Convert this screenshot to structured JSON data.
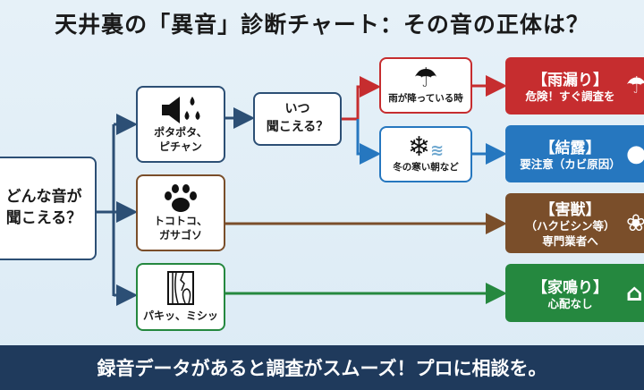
{
  "title": "天井裏の「異音」診断チャート：その音の正体は？",
  "start": {
    "line1": "どんな音が",
    "line2": "聞こえる？"
  },
  "sounds": [
    {
      "line1": "ポタポタ、",
      "line2": "ピチャン",
      "icon": "speaker-drops-icon"
    },
    {
      "line1": "トコトコ、",
      "line2": "ガサゴソ",
      "icon": "paw-icon"
    },
    {
      "line1": "パキッ、ミシッ",
      "icon": "cracked-wood-icon"
    }
  ],
  "when": {
    "line1": "いつ",
    "line2": "聞こえる？"
  },
  "conditions": [
    {
      "label": "雨が降っている時",
      "icon": "umbrella-rain-icon"
    },
    {
      "label": "冬の寒い朝など",
      "icon": "snowflake-wind-icon"
    }
  ],
  "results": [
    {
      "title": "【雨漏り】",
      "sub1": "危険！すぐ調査を",
      "icon": "umbrella-icon",
      "color": "#c62d2f"
    },
    {
      "title": "【結露】",
      "sub1": "要注意（カビ原因）",
      "icon": "drop-icon",
      "color": "#2677bf"
    },
    {
      "title": "【害獣】",
      "sub1": "（ハクビシン等）",
      "sub2": "専門業者へ",
      "icon": "paw-icon",
      "color": "#7a4e2a"
    },
    {
      "title": "【家鳴り】",
      "sub1": "心配なし",
      "icon": "house-icon",
      "color": "#25883f"
    }
  ],
  "footer": "録音データがあると調査がスムーズ！プロに相談を。"
}
